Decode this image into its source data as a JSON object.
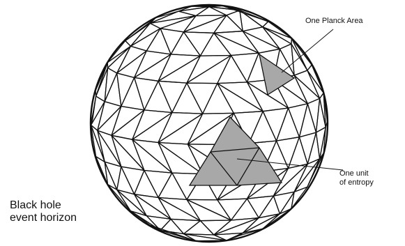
{
  "labels": {
    "planck_area": "One Planck Area",
    "entropy_unit": [
      "One unit",
      "of entropy"
    ],
    "horizon": [
      "Black hole",
      "event horizon"
    ]
  },
  "colors": {
    "mesh": "#111111",
    "shaded": "#a8a8a8",
    "background": "#ffffff"
  }
}
